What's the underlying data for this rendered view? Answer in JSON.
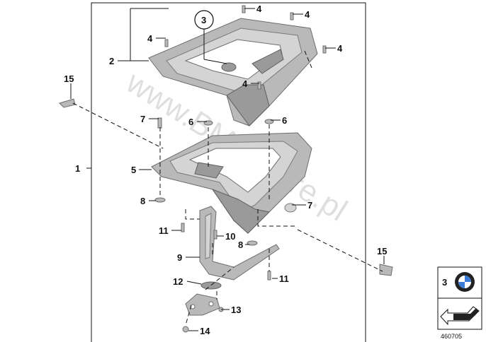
{
  "callouts": {
    "c1": "1",
    "c2": "2",
    "c3": "3",
    "c4a": "4",
    "c4b": "4",
    "c4c": "4",
    "c4d": "4",
    "c4e": "4",
    "c5": "5",
    "c6a": "6",
    "c6b": "6",
    "c7a": "7",
    "c7b": "7",
    "c8a": "8",
    "c8b": "8",
    "c9": "9",
    "c10": "10",
    "c11a": "11",
    "c11b": "11",
    "c12": "12",
    "c13": "13",
    "c14": "14",
    "c15a": "15",
    "c15b": "15"
  },
  "legend": {
    "label": "3",
    "reference_number": "460705"
  },
  "watermark": "www.BMWstore.pl",
  "colors": {
    "metal": "#b9b9b9",
    "outline": "#111111"
  }
}
